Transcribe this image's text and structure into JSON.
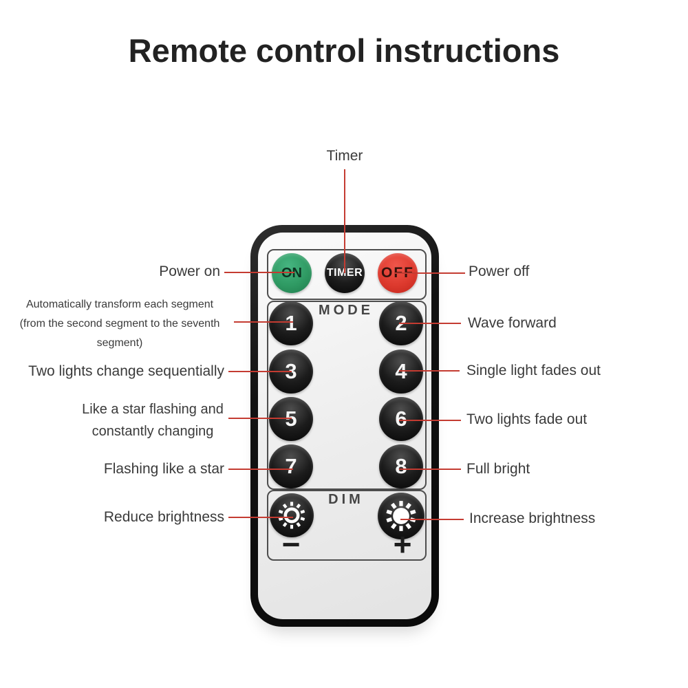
{
  "title": "Remote control instructions",
  "colors": {
    "leader_line_red": "#c43b31",
    "button_green": "#2f9a63",
    "button_red": "#dd3a2e",
    "button_black": "#111111",
    "remote_body": "#efefef"
  },
  "remote": {
    "power_buttons": [
      {
        "label": "ON"
      },
      {
        "label": "TIMER"
      },
      {
        "label": "OFF"
      }
    ],
    "mode_section_label": "MODE",
    "mode_buttons": [
      "1",
      "2",
      "3",
      "4",
      "5",
      "6",
      "7",
      "8"
    ],
    "dim_section_label": "DIM",
    "dim_minus": "−",
    "dim_plus": "+",
    "dim_icon_left": "sun-outline-icon",
    "dim_icon_right": "sun-filled-icon"
  },
  "annotations": {
    "timer": "Timer",
    "left": [
      "Power on",
      "Automatically transform each segment\n(from the second segment to the seventh segment)",
      "Two lights change sequentially",
      "Like a star flashing and\nconstantly changing",
      "Flashing like a star",
      "Reduce brightness"
    ],
    "right": [
      "Power off",
      "Wave forward",
      "Single light fades out",
      "Two lights fade out",
      "Full bright",
      "Increase brightness"
    ]
  }
}
